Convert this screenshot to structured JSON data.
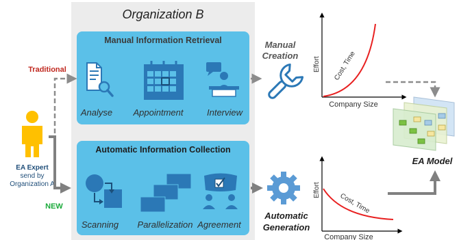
{
  "org_title": "Organization B",
  "manual_panel": {
    "title": "Manual Information Retrieval",
    "items": [
      {
        "label": "Analyse",
        "icon": "document-magnifier-icon"
      },
      {
        "label": "Appointment",
        "icon": "calendar-icon"
      },
      {
        "label": "Interview",
        "icon": "interview-icon"
      }
    ]
  },
  "auto_panel": {
    "title": "Automatic Information Collection",
    "items": [
      {
        "label": "Scanning",
        "icon": "scanning-icon"
      },
      {
        "label": "Parallelization",
        "icon": "parallel-windows-icon"
      },
      {
        "label": "Agreement",
        "icon": "agreement-icon"
      }
    ]
  },
  "actor": {
    "line1": "EA Expert",
    "line2": "send by",
    "line3": "Organization A"
  },
  "path_labels": {
    "traditional": "Traditional",
    "new": "NEW"
  },
  "manual_creation": {
    "line1": "Manual",
    "line2": "Creation",
    "icon": "wrench-icon"
  },
  "automatic_generation": {
    "line1": "Automatic",
    "line2": "Generation",
    "icon": "gear-icon"
  },
  "chart_data": [
    {
      "type": "line",
      "xlabel": "Company Size",
      "ylabel": "Effort",
      "series": [
        {
          "name": "Cost, Time",
          "trend": "increasing"
        }
      ]
    },
    {
      "type": "line",
      "xlabel": "Company Size",
      "ylabel": "Effort",
      "series": [
        {
          "name": "Cost, Time",
          "trend": "decreasing"
        }
      ]
    }
  ],
  "result": {
    "label": "EA Model",
    "icon": "layered-model-icon"
  },
  "colors": {
    "panel_blue": "#5bc0e8",
    "icon_blue": "#2b78b6",
    "traditional_red": "#c0281f",
    "new_green": "#1aaa3a",
    "actor_yellow": "#ffc000",
    "curve_red": "#e82020"
  }
}
